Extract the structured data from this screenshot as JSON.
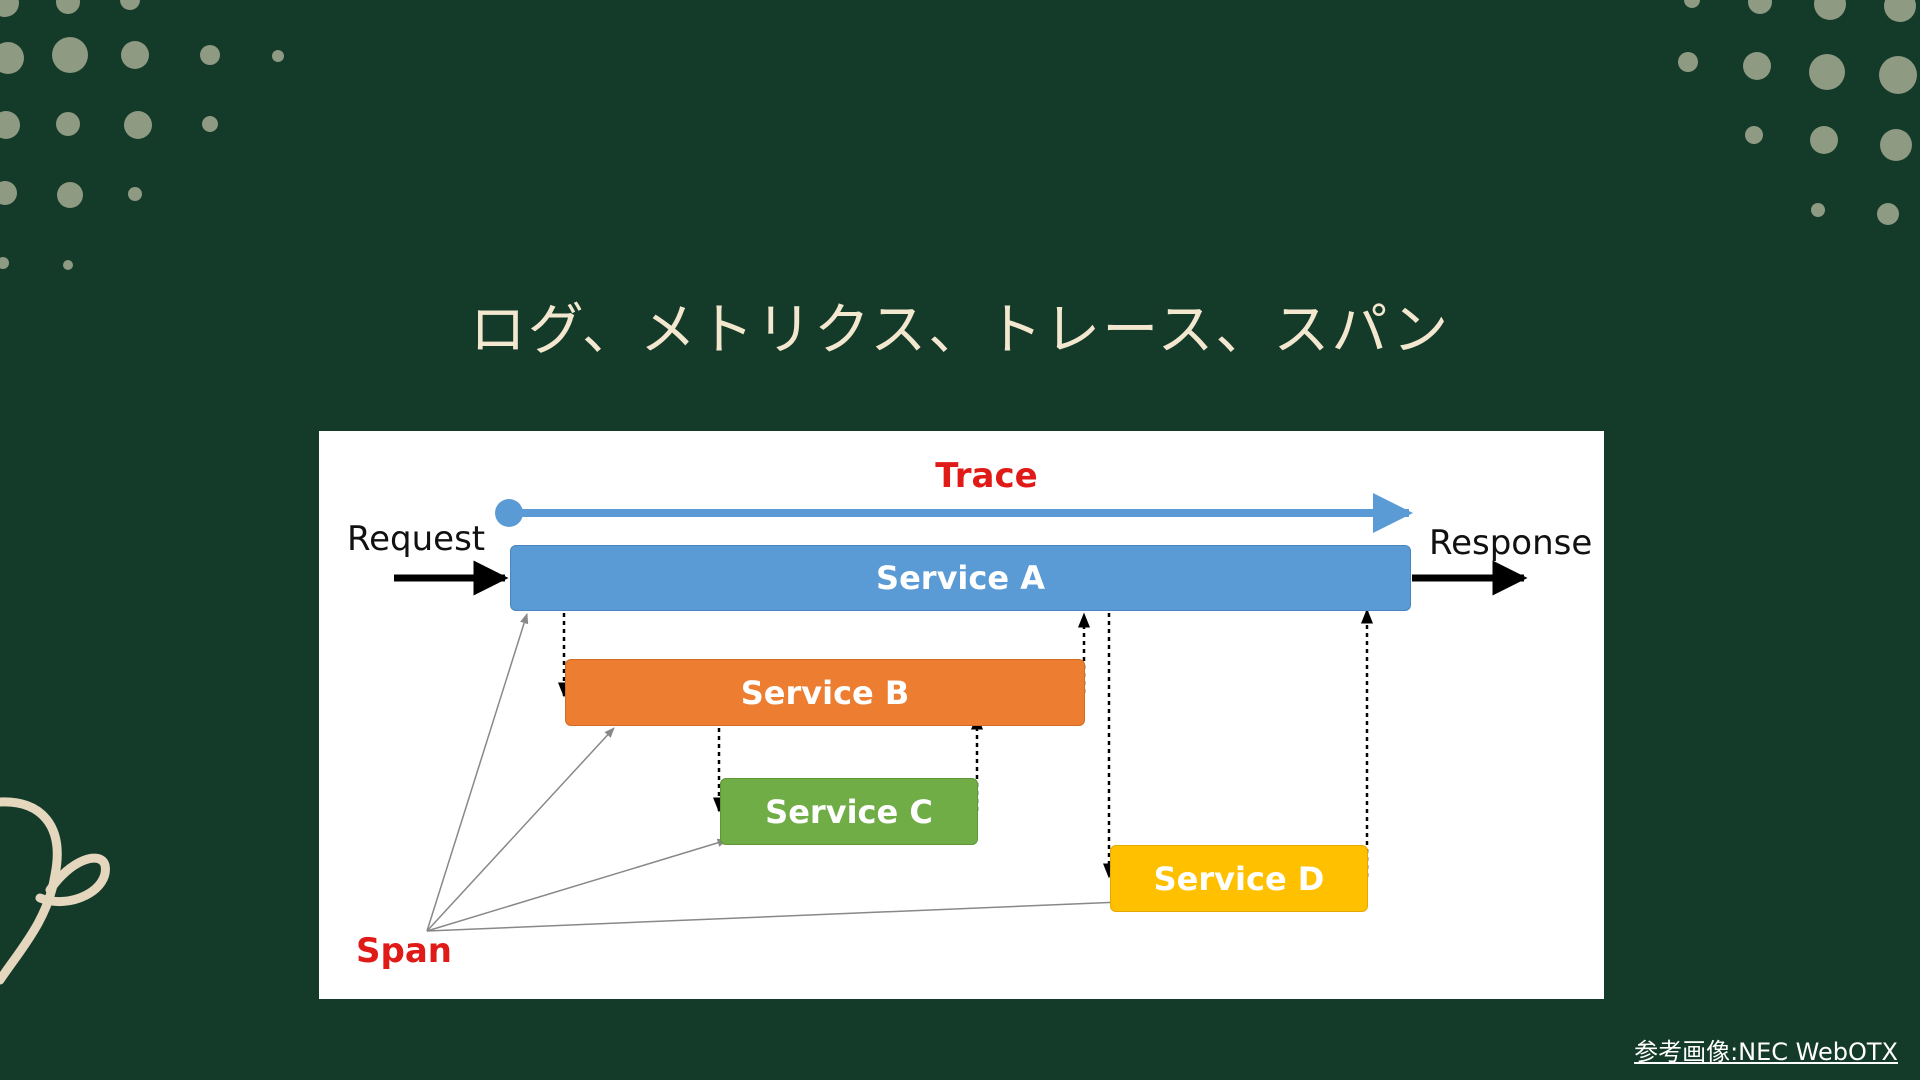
{
  "slide": {
    "title": "ログ、メトリクス、トレース、スパン",
    "background_color": "#143a29",
    "credit_link": "参考画像:NEC WebOTX"
  },
  "diagram": {
    "trace_label": "Trace",
    "request_label": "Request",
    "response_label": "Response",
    "span_label": "Span",
    "services": [
      {
        "name": "Service A",
        "color": "#5b9bd5"
      },
      {
        "name": "Service B",
        "color": "#ed7d31"
      },
      {
        "name": "Service C",
        "color": "#70ad47"
      },
      {
        "name": "Service D",
        "color": "#ffc000"
      }
    ],
    "trace_arrow_color": "#5b9bd5",
    "label_accent_color": "#e01b17"
  },
  "decorations": {
    "top_left": "dot-pattern",
    "top_right": "dot-pattern",
    "bottom_left": "swirl"
  }
}
